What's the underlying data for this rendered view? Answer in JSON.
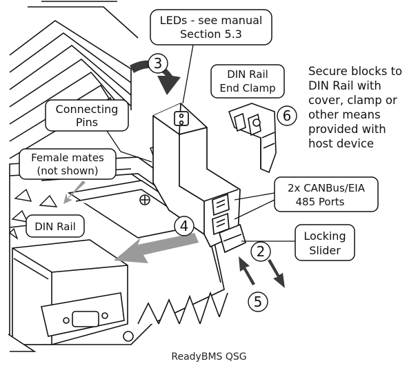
{
  "callouts": {
    "leds": [
      "LEDs - see manual",
      "Section 5.3"
    ],
    "din_end_clamp": [
      "DIN Rail",
      "End Clamp"
    ],
    "connecting_pins": [
      "Connecting",
      "Pins"
    ],
    "female_mates": [
      "Female mates",
      "(not shown)"
    ],
    "din_rail": "DIN Rail",
    "canbus": [
      "2x CANBus/EIA",
      "485 Ports"
    ],
    "locking_slider": [
      "Locking",
      "Slider"
    ]
  },
  "secure_note": [
    "Secure blocks to",
    "DIN Rail with",
    "cover, clamp or",
    "other means",
    "provided with",
    "host device"
  ],
  "steps": [
    "2",
    "3",
    "4",
    "5",
    "6"
  ],
  "caption": "ReadyBMS QSG"
}
